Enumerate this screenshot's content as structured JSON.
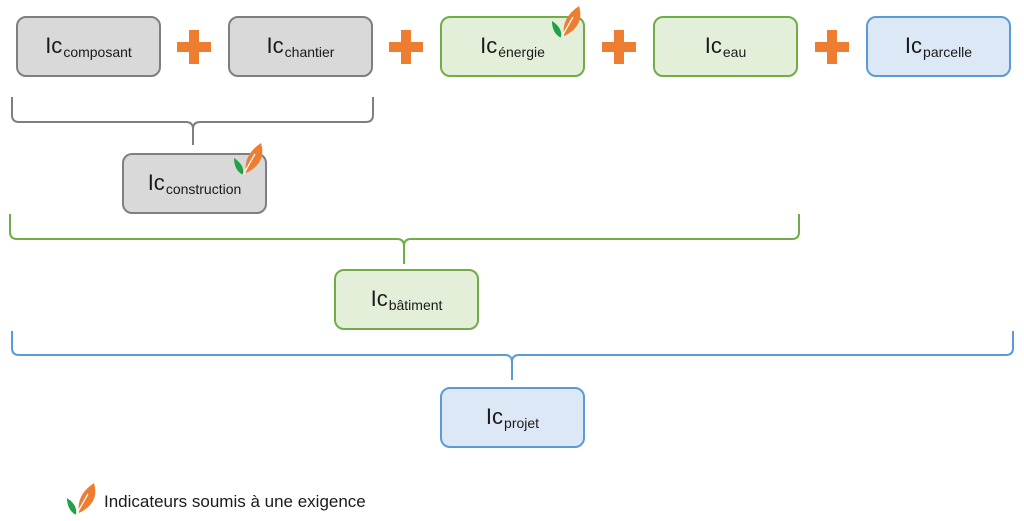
{
  "colors": {
    "gray_fill": "#d9d9d9",
    "gray_border": "#7f7f7f",
    "green_fill": "#e3efd9",
    "green_border": "#70ad47",
    "blue_fill": "#dde8f6",
    "blue_border": "#5b9bd5",
    "plus": "#ed7d31",
    "leaf_orange": "#ed7d31",
    "leaf_green": "#22a146"
  },
  "boxes": {
    "composant": {
      "main": "Ic",
      "sub": "composant"
    },
    "chantier": {
      "main": "Ic",
      "sub": "chantier"
    },
    "energie": {
      "main": "Ic",
      "sub": "énergie"
    },
    "eau": {
      "main": "Ic",
      "sub": "eau"
    },
    "parcelle": {
      "main": "Ic",
      "sub": "parcelle"
    },
    "construction": {
      "main": "Ic",
      "sub": "construction"
    },
    "batiment": {
      "main": "Ic",
      "sub": "bâtiment"
    },
    "projet": {
      "main": "Ic",
      "sub": "projet"
    }
  },
  "icons": {
    "plus": "plus-icon",
    "leaf": "leaf-icon"
  },
  "legend": {
    "text": "Indicateurs soumis à une exigence"
  }
}
